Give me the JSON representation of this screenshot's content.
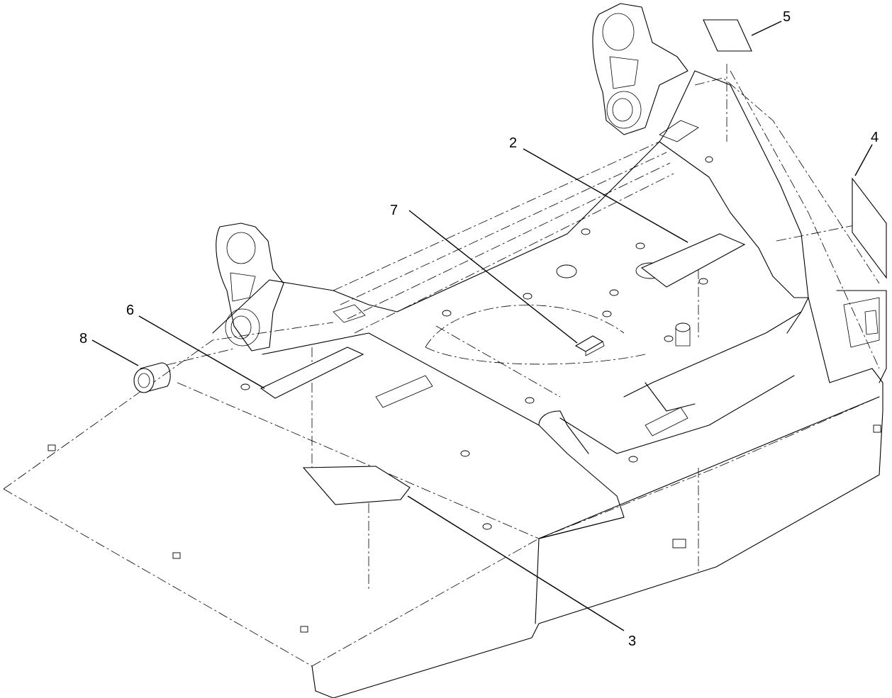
{
  "callouts": [
    {
      "id": "2",
      "label": "2"
    },
    {
      "id": "3",
      "label": "3"
    },
    {
      "id": "4",
      "label": "4"
    },
    {
      "id": "5",
      "label": "5"
    },
    {
      "id": "6",
      "label": "6"
    },
    {
      "id": "7",
      "label": "7"
    },
    {
      "id": "8",
      "label": "8"
    }
  ]
}
